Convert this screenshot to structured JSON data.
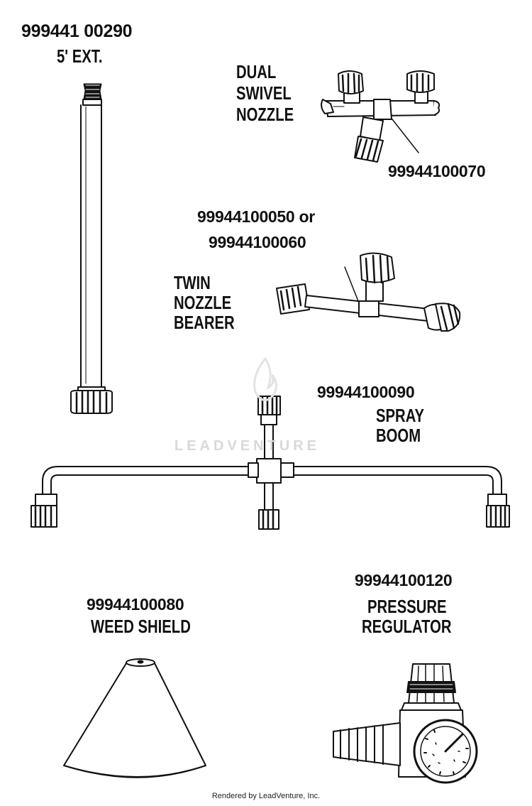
{
  "extension": {
    "part_number": "999441 00290",
    "caption": "5' EXT."
  },
  "dual_swivel_nozzle": {
    "caption_lines": [
      "DUAL",
      "SWIVEL",
      "NOZZLE"
    ],
    "part_number": "99944100070"
  },
  "twin_nozzle_bearer": {
    "part_number_line1": "99944100050 or",
    "part_number_line2": "99944100060",
    "caption_lines": [
      "TWIN",
      "NOZZLE",
      "BEARER"
    ]
  },
  "spray_boom": {
    "part_number": "99944100090",
    "caption_lines": [
      "SPRAY",
      "BOOM"
    ]
  },
  "weed_shield": {
    "part_number": "99944100080",
    "caption": "WEED SHIELD"
  },
  "pressure_regulator": {
    "part_number": "99944100120",
    "caption_lines": [
      "PRESSURE",
      "REGULATOR"
    ]
  },
  "watermark": {
    "text": "LEADVENTURE"
  },
  "footer": {
    "text": "Rendered by LeadVenture, Inc."
  }
}
